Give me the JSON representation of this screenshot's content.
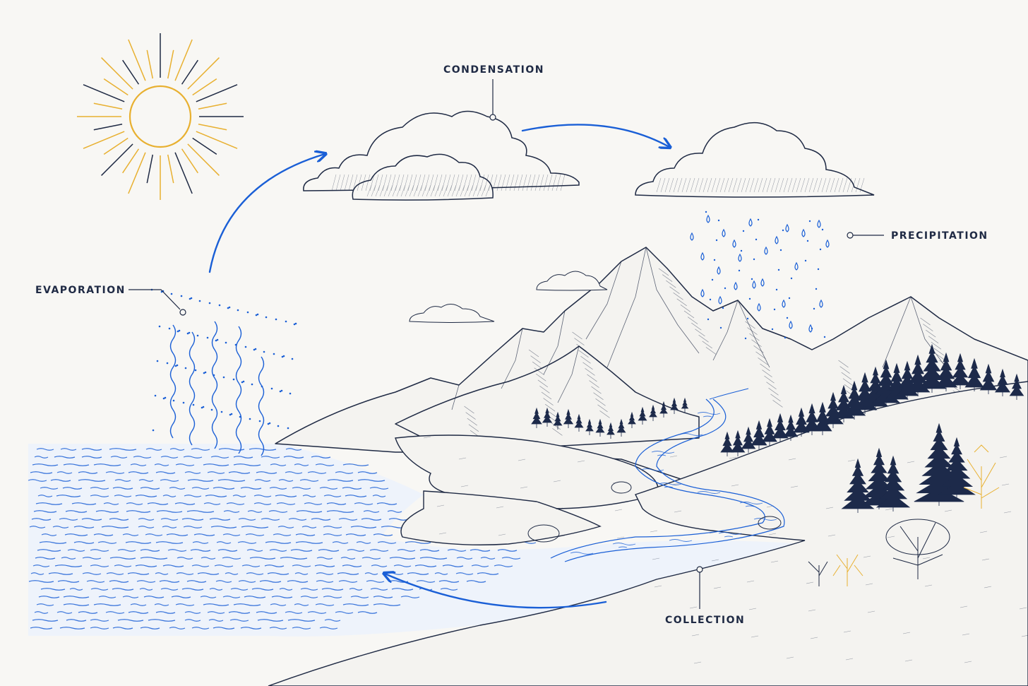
{
  "diagram": {
    "labels": {
      "condensation": "CONDENSATION",
      "precipitation": "PRECIPITATION",
      "evaporation": "EVAPORATION",
      "collection": "COLLECTION"
    }
  },
  "colors": {
    "background": "#f8f7f4",
    "ink": "#1f2a44",
    "water_blue": "#1a5fd6",
    "sun_gold": "#e8b030",
    "tree_dark": "#1d2a4a",
    "shrub_gold": "#e8b030"
  },
  "icons": {
    "sun": "sun-icon",
    "clouds": "cloud-icon",
    "rain": "raindrop-icon",
    "trees": "pine-tree-icon",
    "arrows": "arrow-icon"
  }
}
